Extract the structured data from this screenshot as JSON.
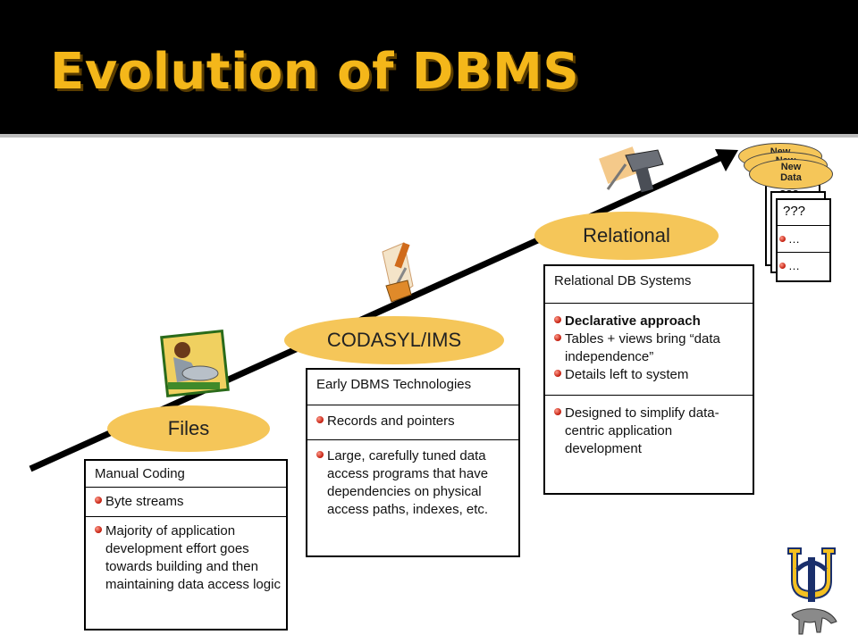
{
  "slide": {
    "title": "Evolution of DBMS"
  },
  "stages": [
    {
      "label": "Files",
      "box_title": "Manual Coding",
      "sections": [
        [
          "Byte streams"
        ],
        [
          "Majority of application development effort goes towards building and then maintaining data access logic"
        ]
      ]
    },
    {
      "label": "CODASYL/IMS",
      "box_title": "Early DBMS Technologies",
      "sections": [
        [
          "Records and pointers"
        ],
        [
          "Large, carefully tuned data access programs that have dependencies on physical access paths, indexes, etc."
        ]
      ]
    },
    {
      "label": "Relational",
      "box_title": "Relational DB Systems",
      "sections": [
        [
          "Declarative approach",
          "Tables + views bring “data independence”",
          "Details left to system"
        ],
        [
          "Designed to simplify data-centric application development"
        ]
      ]
    }
  ],
  "future": {
    "label": "New Data",
    "peek_1": "New",
    "peek_2": "New",
    "back_text": "???",
    "question": "???",
    "item_1": "…",
    "item_2": "…"
  },
  "colors": {
    "title": "#f4b71a",
    "header_bg": "#000000",
    "ellipse": "#f5c659",
    "bullet": "#c11a0a",
    "arrow": "#000000"
  },
  "icons": [
    "caveman-stone-tablet-icon",
    "screwdriver-icon",
    "power-drill-icon",
    "uci-anteater-logo"
  ]
}
